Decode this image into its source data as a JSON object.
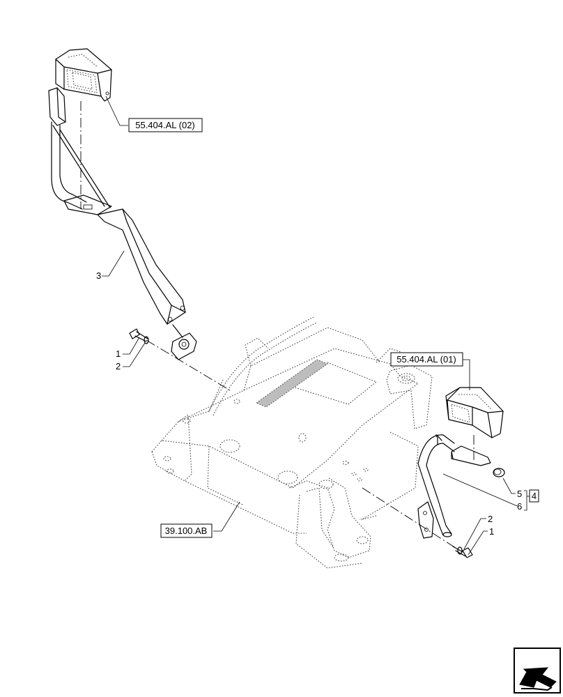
{
  "references": {
    "ref_upper_lamp": "55.404.AL (02)",
    "ref_lower_lamp": "55.404.AL (01)",
    "ref_frame": "39.100.AB"
  },
  "callouts": {
    "upper_bolt": "1",
    "upper_washer": "2",
    "upper_arm": "3",
    "lower_bolt": "1",
    "lower_washer": "2",
    "lower_plug": "5",
    "lower_bracket": "6",
    "kit": "4"
  },
  "icons": {
    "nav": "next-page-arrow-icon"
  }
}
